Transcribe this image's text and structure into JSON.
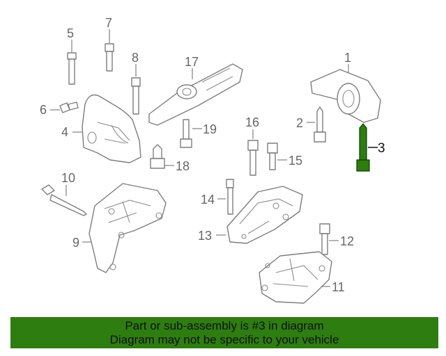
{
  "callouts": {
    "c1": "1",
    "c2": "2",
    "c3": "3",
    "c4": "4",
    "c5": "5",
    "c6": "6",
    "c7": "7",
    "c8": "8",
    "c9": "9",
    "c10": "10",
    "c11": "11",
    "c12": "12",
    "c13": "13",
    "c14": "14",
    "c15": "15",
    "c16": "16",
    "c17": "17",
    "c18": "18",
    "c19": "19"
  },
  "highlight_color": "#2e7d10",
  "banner": {
    "line1": "Part or sub-assembly is #3 in diagram",
    "line2": "Diagram may not be specific to your vehicle"
  }
}
